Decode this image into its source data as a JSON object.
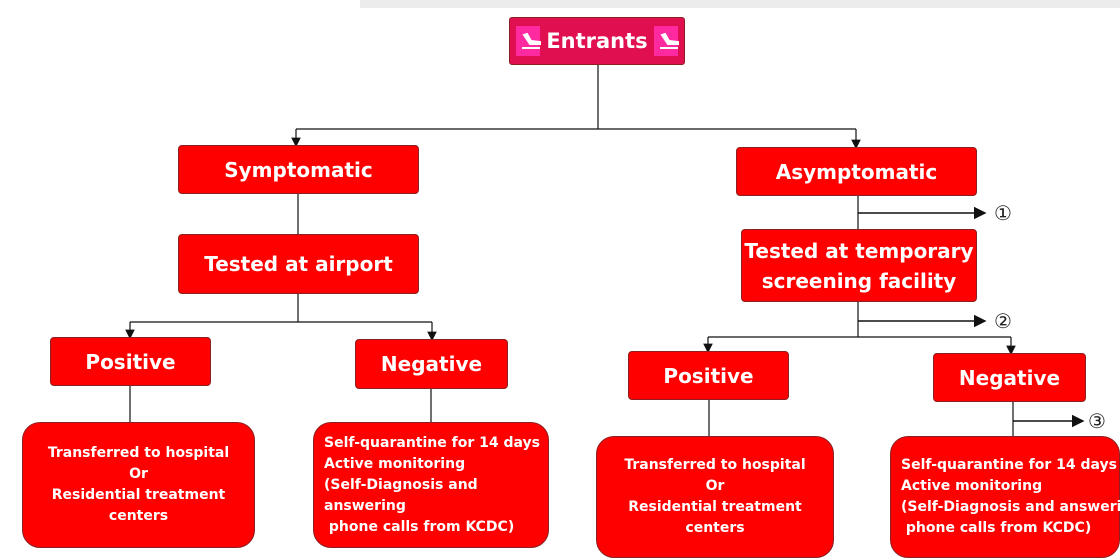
{
  "root": {
    "label": "Entrants",
    "icon": "airplane-landing-icon"
  },
  "left": {
    "category": "Symptomatic",
    "test": "Tested at airport",
    "positive": "Positive",
    "negative": "Negative",
    "positive_detail": [
      "Transferred to hospital",
      "Or",
      "Residential treatment centers"
    ],
    "negative_detail": [
      "Self-quarantine for 14 days",
      "Active monitoring",
      "(Self-Diagnosis and answering",
      " phone calls from KCDC)"
    ]
  },
  "right": {
    "category": "Asymptomatic",
    "test": [
      "Tested at temporary",
      "screening facility"
    ],
    "positive": "Positive",
    "negative": "Negative",
    "positive_detail": [
      "Transferred to hospital",
      "Or",
      "Residential treatment centers"
    ],
    "negative_detail": [
      "Self-quarantine for 14 days",
      "Active monitoring",
      "(Self-Diagnosis and answering",
      " phone calls from KCDC)"
    ]
  },
  "markers": [
    "①",
    "②",
    "③"
  ],
  "colors": {
    "box": "#ff0000",
    "root": "#e01050",
    "icon_bg": "#ff2aa0",
    "border": "#8a2020"
  }
}
